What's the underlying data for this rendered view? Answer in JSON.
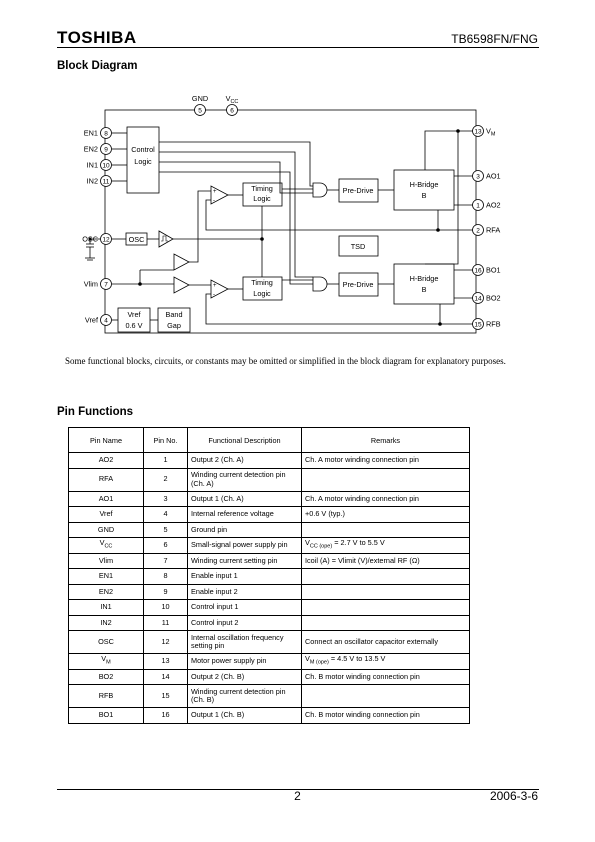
{
  "header": {
    "logo": "TOSHIBA",
    "part_number": "TB6598FN/FNG"
  },
  "block_diagram": {
    "heading": "Block Diagram",
    "top_pins": [
      {
        "name": "GND",
        "num": "5"
      },
      {
        "name": "V",
        "sub": "CC",
        "num": "6"
      }
    ],
    "left_pins": [
      {
        "name": "EN1",
        "num": "8"
      },
      {
        "name": "EN2",
        "num": "9"
      },
      {
        "name": "IN1",
        "num": "10"
      },
      {
        "name": "IN2",
        "num": "11"
      },
      {
        "name": "OSC",
        "num": "12"
      },
      {
        "name": "Vlim",
        "num": "7"
      },
      {
        "name": "Vref",
        "num": "4"
      }
    ],
    "right_pins": [
      {
        "name": "V",
        "sub": "M",
        "num": "13"
      },
      {
        "name": "AO1",
        "num": "3"
      },
      {
        "name": "AO2",
        "num": "1"
      },
      {
        "name": "RFA",
        "num": "2"
      },
      {
        "name": "BO1",
        "num": "16"
      },
      {
        "name": "BO2",
        "num": "14"
      },
      {
        "name": "RFB",
        "num": "15"
      }
    ],
    "blocks": {
      "control_logic": [
        "Control",
        "Logic"
      ],
      "timing_logic_a": [
        "Timing",
        "Logic"
      ],
      "timing_logic_b": [
        "Timing",
        "Logic"
      ],
      "pre_drive_a": "Pre-Drive",
      "pre_drive_b": "Pre-Drive",
      "hbridge_a": [
        "H-Bridge",
        "B"
      ],
      "hbridge_b": [
        "H-Bridge",
        "B"
      ],
      "tsd": "TSD",
      "osc": "OSC",
      "vref": [
        "Vref",
        "0.6 V"
      ],
      "band_gap": [
        "Band",
        "Gap"
      ],
      "plus": "+",
      "minus": "-"
    },
    "note": "Some functional blocks, circuits, or constants may be omitted or simplified in the block diagram for explanatory purposes."
  },
  "pin_functions": {
    "heading": "Pin Functions",
    "columns": [
      "Pin Name",
      "Pin No.",
      "Functional Description",
      "Remarks"
    ],
    "rows": [
      {
        "name": "AO2",
        "no": "1",
        "desc": "Output 2 (Ch. A)",
        "remarks": "Ch. A motor winding connection pin"
      },
      {
        "name": "RFA",
        "no": "2",
        "desc": "Winding current detection pin (Ch. A)",
        "remarks": ""
      },
      {
        "name": "AO1",
        "no": "3",
        "desc": "Output 1 (Ch. A)",
        "remarks": "Ch. A motor winding connection pin"
      },
      {
        "name": "Vref",
        "no": "4",
        "desc": "Internal reference voltage",
        "remarks": "+0.6 V (typ.)"
      },
      {
        "name": "GND",
        "no": "5",
        "desc": "Ground pin",
        "remarks": ""
      },
      {
        "name": "V",
        "name_sub": "CC",
        "no": "6",
        "desc": "Small-signal power supply pin",
        "remarks": "V",
        "remarks_sub": "CC (ope)",
        "remarks_tail": " = 2.7 V to 5.5 V"
      },
      {
        "name": "Vlim",
        "no": "7",
        "desc": "Winding current setting pin",
        "remarks": "Icoil (A) = Vlimit (V)/external RF (Ω)"
      },
      {
        "name": "EN1",
        "no": "8",
        "desc": "Enable input 1",
        "remarks": ""
      },
      {
        "name": "EN2",
        "no": "9",
        "desc": "Enable input 2",
        "remarks": ""
      },
      {
        "name": "IN1",
        "no": "10",
        "desc": "Control input 1",
        "remarks": ""
      },
      {
        "name": "IN2",
        "no": "11",
        "desc": "Control input 2",
        "remarks": ""
      },
      {
        "name": "OSC",
        "no": "12",
        "desc": "Internal oscillation frequency setting pin",
        "remarks": "Connect an oscillator capacitor externally"
      },
      {
        "name": "V",
        "name_sub": "M",
        "no": "13",
        "desc": "Motor power supply pin",
        "remarks": "V",
        "remarks_sub": "M (ope)",
        "remarks_tail": " = 4.5 V to 13.5 V"
      },
      {
        "name": "BO2",
        "no": "14",
        "desc": "Output 2 (Ch. B)",
        "remarks": "Ch. B motor winding connection pin"
      },
      {
        "name": "RFB",
        "no": "15",
        "desc": "Winding current detection pin (Ch. B)",
        "remarks": ""
      },
      {
        "name": "BO1",
        "no": "16",
        "desc": "Output 1 (Ch. B)",
        "remarks": "Ch. B motor winding connection pin"
      }
    ]
  },
  "footer": {
    "page": "2",
    "date": "2006-3-6"
  }
}
